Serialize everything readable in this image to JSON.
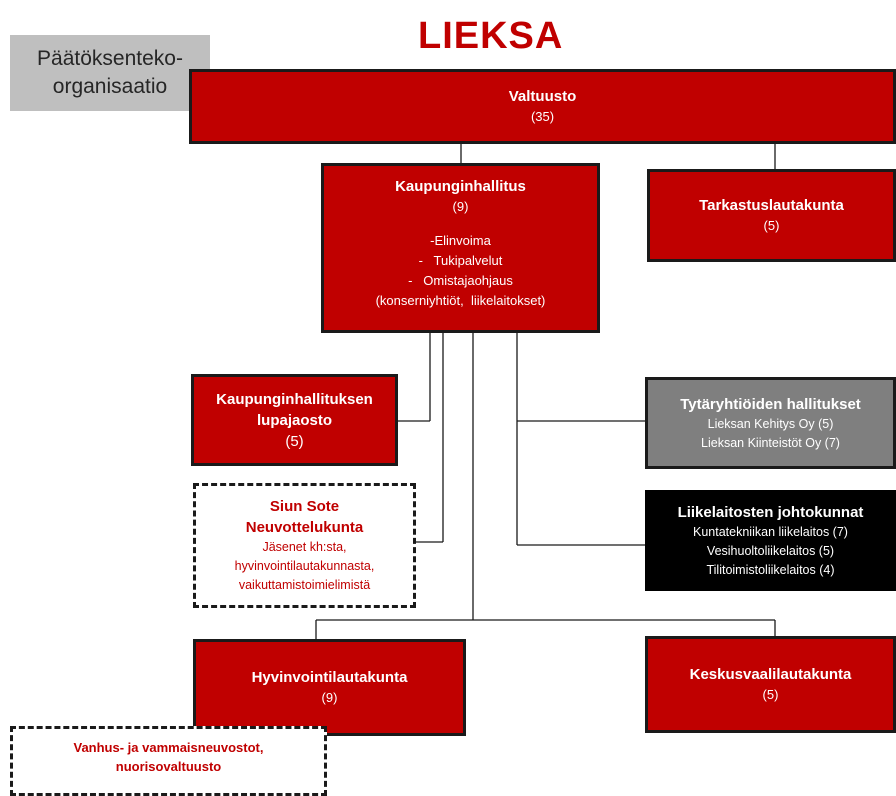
{
  "logo": {
    "text": "LIEKSA"
  },
  "org_label": {
    "line1": "Päätöksenteko-",
    "line2": "organisaatio"
  },
  "valtuusto": {
    "title": "Valtuusto",
    "count": "(35)"
  },
  "kaupunginhallitus": {
    "title": "Kaupunginhallitus",
    "count": "(9)",
    "items": [
      "-Elinvoima",
      "-   Tukipalvelut",
      "-   Omistajaohjaus",
      "(konserniyhtiöt,  liikelaitokset)"
    ]
  },
  "tarkastuslautakunta": {
    "title": "Tarkastuslautakunta",
    "count": "(5)"
  },
  "lupajaosto": {
    "line1": "Kaupunginhallituksen",
    "line2": "lupajaosto",
    "count": "(5)"
  },
  "siun_sote": {
    "line1": "Siun Sote",
    "line2": "Neuvottelukunta",
    "lines": [
      "Jäsenet kh:sta,",
      "hyvinvointilautakunnasta,",
      "vaikuttamistoimielimistä"
    ]
  },
  "tytaryhtiot": {
    "title": "Tytäryhtiöiden hallitukset",
    "items": [
      "Lieksan Kehitys Oy (5)",
      "Lieksan Kiinteistöt Oy (7)"
    ]
  },
  "liikelaitokset": {
    "title": "Liikelaitosten johtokunnat",
    "items": [
      "Kuntatekniikan liikelaitos (7)",
      "Vesihuoltoliikelaitos (5)",
      "Tilitoimistoliikelaitos (4)"
    ]
  },
  "hyvinvointilautakunta": {
    "title": "Hyvinvointilautakunta",
    "count": "(9)"
  },
  "keskusvaalilautakunta": {
    "title": "Keskusvaalilautakunta",
    "count": "(5)"
  },
  "neuvostot": {
    "line1": "Vanhus- ja vammaisneuvostot,",
    "line2": "nuorisovaltuusto"
  },
  "colors": {
    "red": "#c00000",
    "grey": "#7f7f7f",
    "black": "#000000",
    "label_bg": "#bfbfbf"
  }
}
